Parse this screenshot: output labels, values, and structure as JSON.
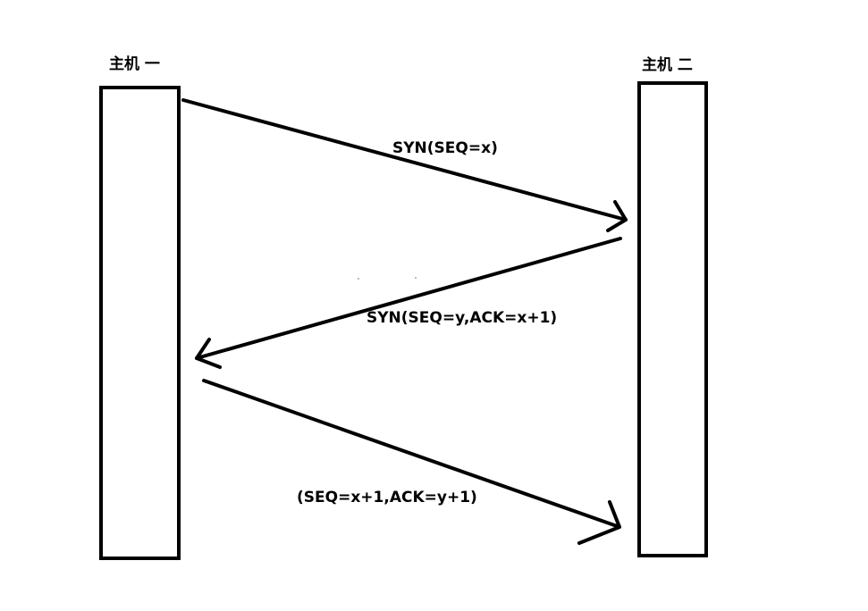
{
  "hosts": {
    "host_one": {
      "label": "主机 一"
    },
    "host_two": {
      "label": "主机 二"
    }
  },
  "messages": [
    {
      "label": "SYN(SEQ=x)",
      "from": "host_one",
      "to": "host_two"
    },
    {
      "label": "SYN(SEQ=y,ACK=x+1)",
      "from": "host_two",
      "to": "host_one"
    },
    {
      "label": "(SEQ=x+1,ACK=y+1)",
      "from": "host_one",
      "to": "host_two"
    }
  ],
  "colors": {
    "stroke": "#000000",
    "background": "#ffffff"
  }
}
